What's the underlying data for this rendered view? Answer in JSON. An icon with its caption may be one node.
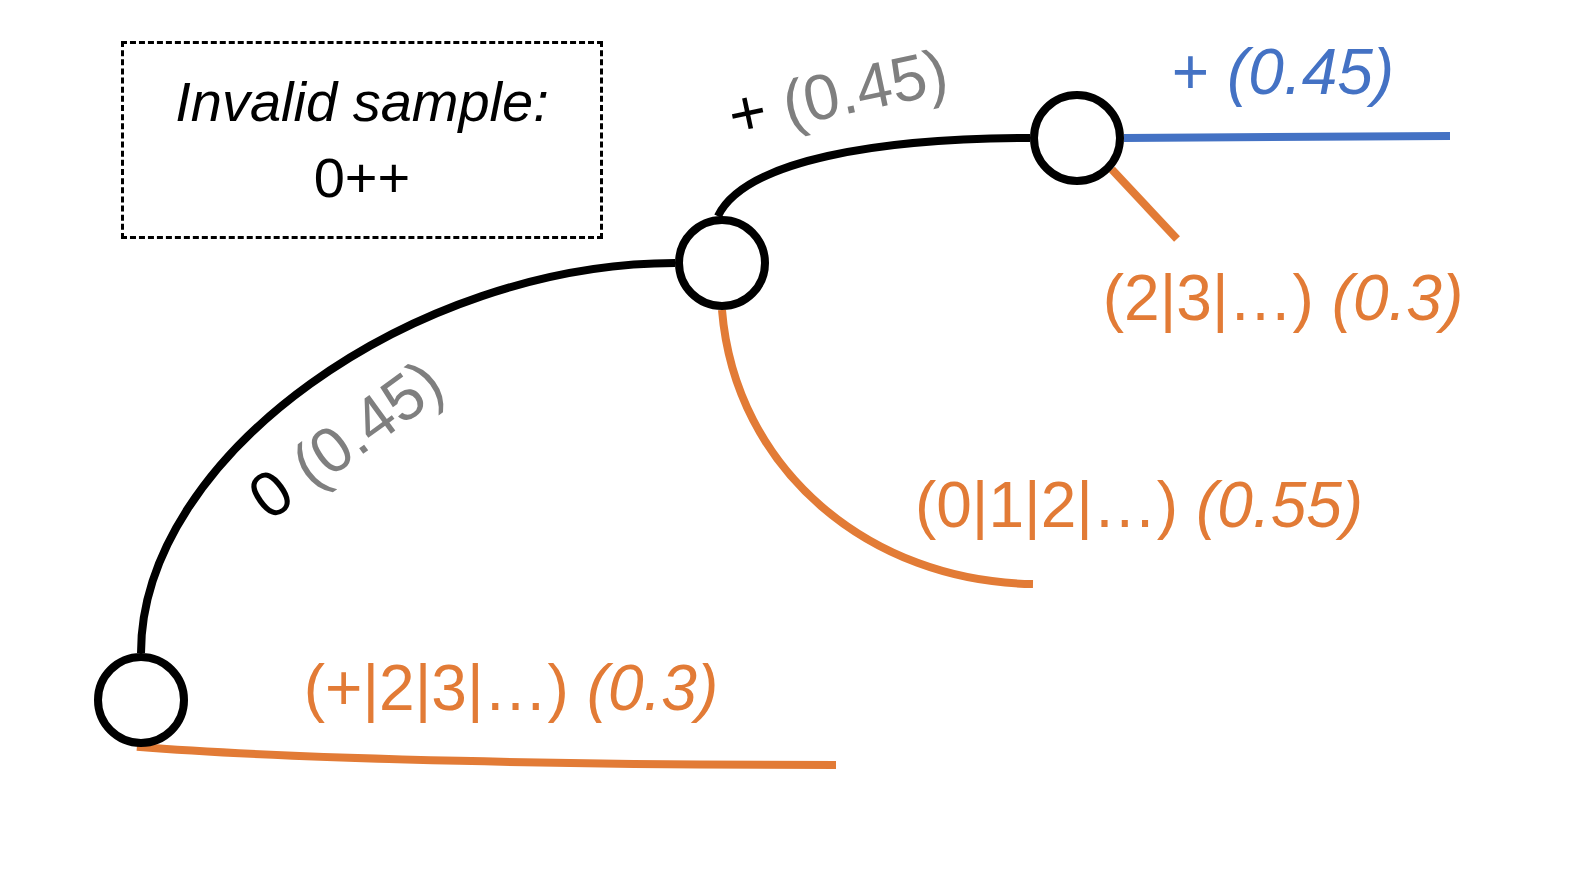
{
  "diagram": {
    "nodes": [
      {
        "text": [
          "Invalid sample:",
          "0++"
        ]
      },
      {
        "text": [],
        "shape": "circle"
      },
      {
        "text": [],
        "shape": "circle"
      },
      {
        "text": [],
        "shape": "circle"
      }
    ],
    "edges": [
      {
        "from": 1,
        "to": 2,
        "arrow": "none",
        "label": "0 (0.45)",
        "color": "#000000"
      },
      {
        "from": 1,
        "to": null,
        "arrow": "none",
        "label": "(+|2|3|…) *(0.3)*",
        "color": "#e27b36"
      },
      {
        "from": 2,
        "to": 3,
        "arrow": "none",
        "label": "+ (0.45)",
        "color": "#000000"
      },
      {
        "from": 2,
        "to": null,
        "arrow": "none",
        "label": "(0|1|2|…) *(0.55)*",
        "color": "#e27b36"
      },
      {
        "from": 3,
        "to": null,
        "arrow": "none",
        "label": "+ *(0.45)*",
        "color": "#4472c4"
      },
      {
        "from": 3,
        "to": null,
        "arrow": "none",
        "label": "(2|3|…) *(0.3)*",
        "color": "#e27b36"
      }
    ]
  }
}
